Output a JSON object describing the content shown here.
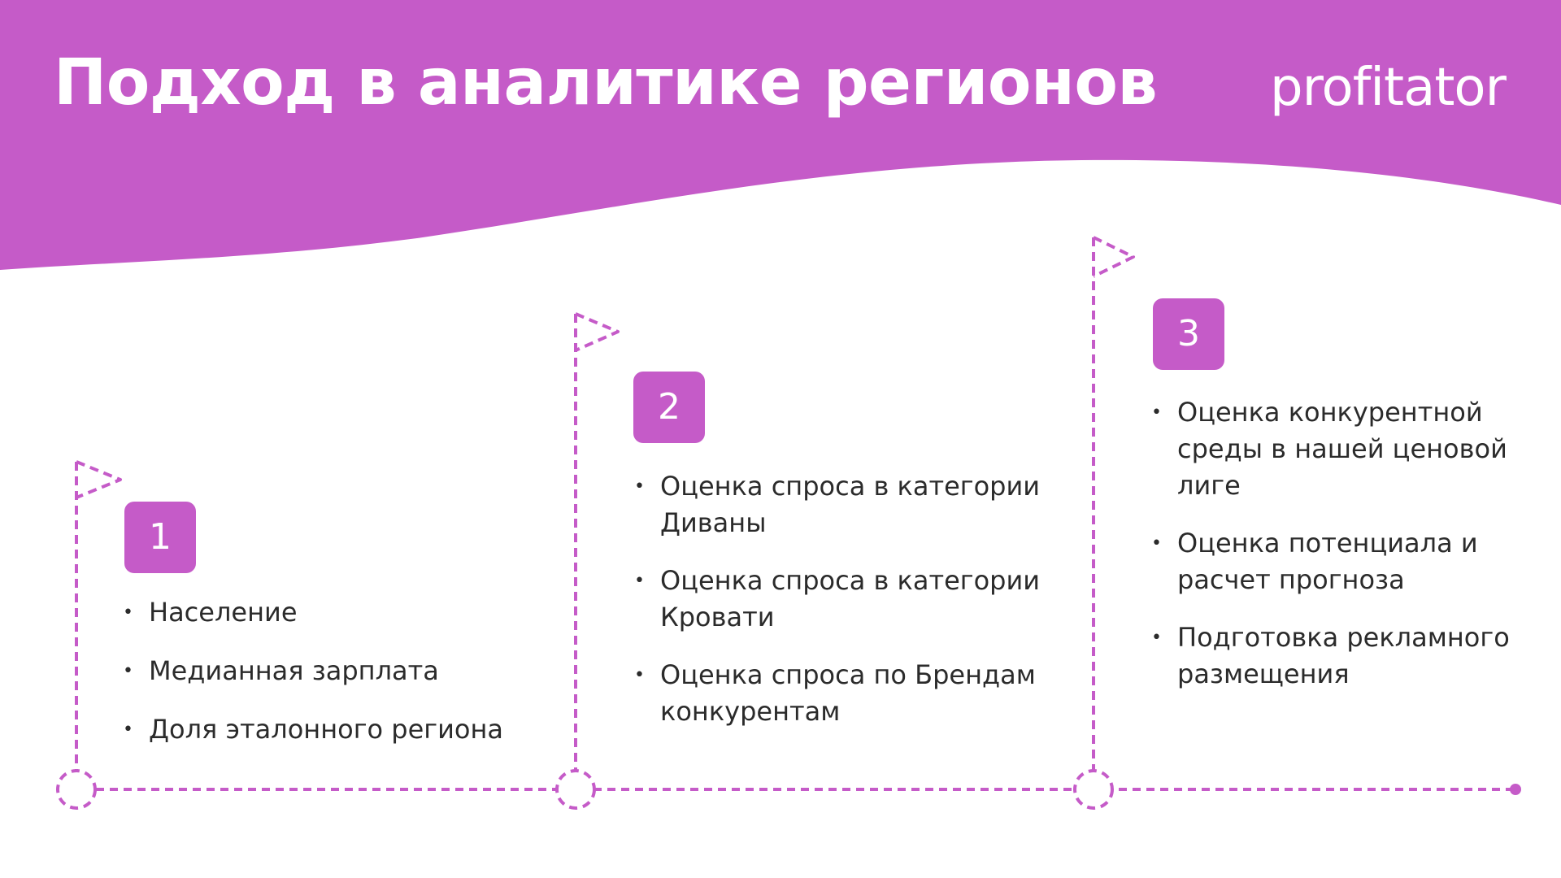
{
  "header": {
    "title": "Подход в аналитике регионов",
    "logo_text": "profitator"
  },
  "colors": {
    "accent": "#c55bc8",
    "text": "#2b2b2b",
    "background": "#ffffff"
  },
  "steps": [
    {
      "number": "1",
      "items": [
        "Население",
        "Медианная зарплата",
        "Доля эталонного региона"
      ]
    },
    {
      "number": "2",
      "items": [
        "Оценка спроса в категории Диваны",
        "Оценка спроса в категории Кровати",
        "Оценка спроса по Брендам конкурентам"
      ]
    },
    {
      "number": "3",
      "items": [
        "Оценка конкурентной среды в нашей ценовой лиге",
        "Оценка потенциала и расчет прогноза",
        "Подготовка рекламного размещения"
      ]
    }
  ],
  "icons": {
    "flag": "flag-outline-icon",
    "milestone": "milestone-circle-icon"
  }
}
